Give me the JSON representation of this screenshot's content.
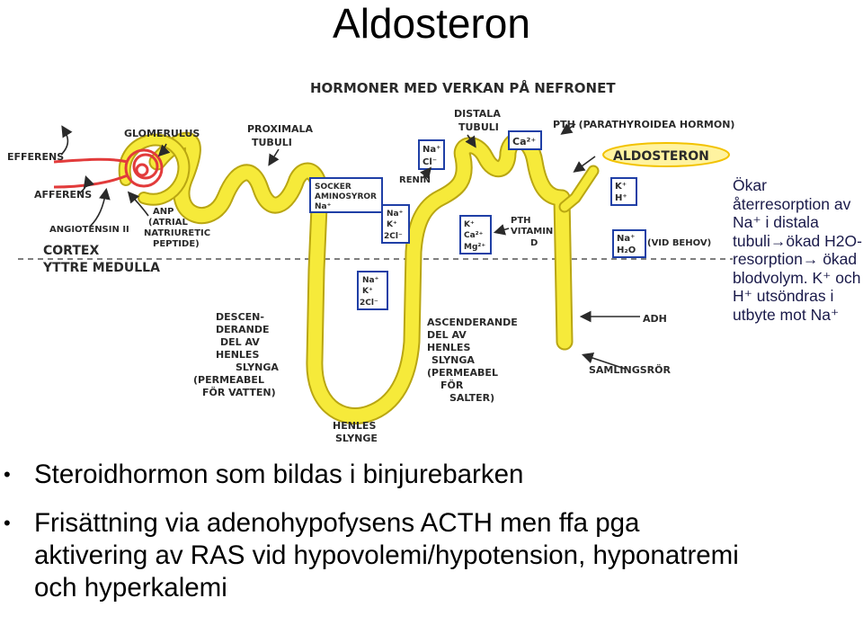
{
  "title": "Aldosteron",
  "diagram": {
    "heading": "HORMONER MED VERKAN PÅ NEFRONET",
    "labels": {
      "efferens": "EFFERENS",
      "afferens": "AFFERENS",
      "glomerulus": "GLOMERULUS",
      "proximala": "PROXIMALA",
      "tubuli": "TUBULI",
      "distala": "DISTALA",
      "distala_tubuli": "TUBULI",
      "pth_parathyroidea": "PTH (PARATHYROIDEA HORMON)",
      "aldosteron": "ALDOSTERON",
      "anp_1": "ANP",
      "anp_2": "(ATRIAL",
      "anp_3": "NATRIURETIC",
      "anp_4": "PEPTIDE)",
      "angiotensin": "ANGIOTENSIN II",
      "cortex": "CORTEX",
      "yttre_medulla": "YTTRE MEDULLA",
      "renin": "RENIN",
      "pth_vitamin_1": "PTH",
      "pth_vitamin_2": "VITAMIN",
      "pth_vitamin_3": "D",
      "vid_behov": "(VID BEHOV)",
      "adh": "ADH",
      "samlingsror": "SAMLINGSRÖR",
      "descend_1": "DESCEN-",
      "descend_2": "DERANDE",
      "descend_3": "DEL AV",
      "descend_4": "HENLES",
      "descend_5": "SLYNGA",
      "descend_6": "(PERMEABEL",
      "descend_7": "FÖR VATTEN)",
      "ascend_1": "ASCENDERANDE",
      "ascend_2": "DEL AV",
      "ascend_3": "HENLES",
      "ascend_4": "SLYNGA",
      "ascend_5": "(PERMEABEL",
      "ascend_6": "FÖR",
      "ascend_7": "SALTER)",
      "henles_1": "HENLES",
      "henles_2": "SLYNGE"
    },
    "boxes": {
      "socker": [
        "SOCKER",
        "AMINOSYROR",
        "Na⁺"
      ],
      "nak2cl_top": [
        "Na⁺",
        "K⁺",
        "2Cl⁻"
      ],
      "nak2cl_mid": [
        "Na⁺",
        "K⁺",
        "2Cl⁻"
      ],
      "nacl": [
        "Na⁺",
        "Cl⁻"
      ],
      "ca": [
        "Ca²⁺"
      ],
      "kcamg": [
        "K⁺",
        "Ca²⁺",
        "Mg²⁺"
      ],
      "kh": [
        "K⁺",
        "H⁺"
      ],
      "nah2o": [
        "Na⁺",
        "H₂O"
      ]
    },
    "colors": {
      "tubule": "#f6ea3a",
      "tubule_edge": "#b9a612",
      "glomerulus": "#e23b3b",
      "box": "#1f3fa6",
      "arrow": "#2a2a2a"
    }
  },
  "note": {
    "parts": [
      "Ökar återresorption av Na⁺ i distala tubuli",
      "→",
      "ökad H2O-resorption",
      "→",
      " ökad blodvolym. K⁺ och H⁺ utsöndras i utbyte mot Na⁺"
    ]
  },
  "bullets": [
    "Steroidhormon som bildas i binjurebarken",
    "Frisättning via adenohypofysens ACTH men ffa pga aktivering av RAS vid hypovolemi/hypotension, hyponatremi och hyperkalemi"
  ],
  "bullet_symbol": "•"
}
